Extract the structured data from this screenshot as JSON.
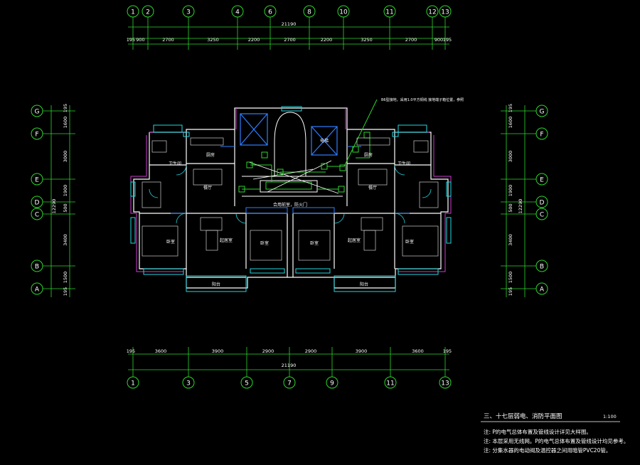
{
  "top_axes": [
    "1",
    "2",
    "3",
    "4",
    "6",
    "8",
    "10",
    "11",
    "12",
    "13"
  ],
  "top_dims": [
    "195",
    "900",
    "2700",
    "3250",
    "2200",
    "2700",
    "2200",
    "3250",
    "2700",
    "900",
    "195"
  ],
  "top_total": "21190",
  "bottom_axes": [
    "1",
    "3",
    "5",
    "7",
    "9",
    "11",
    "13"
  ],
  "bottom_dims": [
    "195",
    "3600",
    "3900",
    "2900",
    "2900",
    "3900",
    "3600",
    "195"
  ],
  "bottom_total": "21190",
  "side_axes": [
    "G",
    "F",
    "E",
    "D",
    "C",
    "B",
    "A"
  ],
  "left_dims": [
    "195",
    "1600",
    "3000",
    "1900",
    "500",
    "3400",
    "1500",
    "195"
  ],
  "right_dims": [
    "195",
    "1600",
    "3000",
    "1900",
    "500",
    "3400",
    "1500",
    "195"
  ],
  "side_total": "12290",
  "rooms": {
    "kitchen_l": "厨房",
    "kitchen_r": "厨房",
    "bath_l": "卫生间",
    "bath_r": "卫生间",
    "dining_l": "餐厅",
    "dining_r": "餐厅",
    "living_l": "起居室",
    "living_r": "起居室",
    "bed_l": "卧室",
    "bed_r": "卧室",
    "bed_c1": "卧室",
    "bed_c2": "卧室",
    "balcony_l": "阳台",
    "balcony_r": "阳台",
    "elevator": "电梯",
    "corridor": "合用前室，防火门",
    "callout": "B6型接地，采用1.0平方铜线 接地端子箱位置，参照"
  },
  "title": "三、十七层弱电、消防平面图",
  "scale": "1:100",
  "notes": [
    "注: P的电气总体布置及管线设计详见大样图。",
    "注: 本层采用无线网。P的电气总体布置及管线设计均见参考。",
    "注: 分集水器的电动阀及温控器之间用暗管PVC20管。"
  ]
}
